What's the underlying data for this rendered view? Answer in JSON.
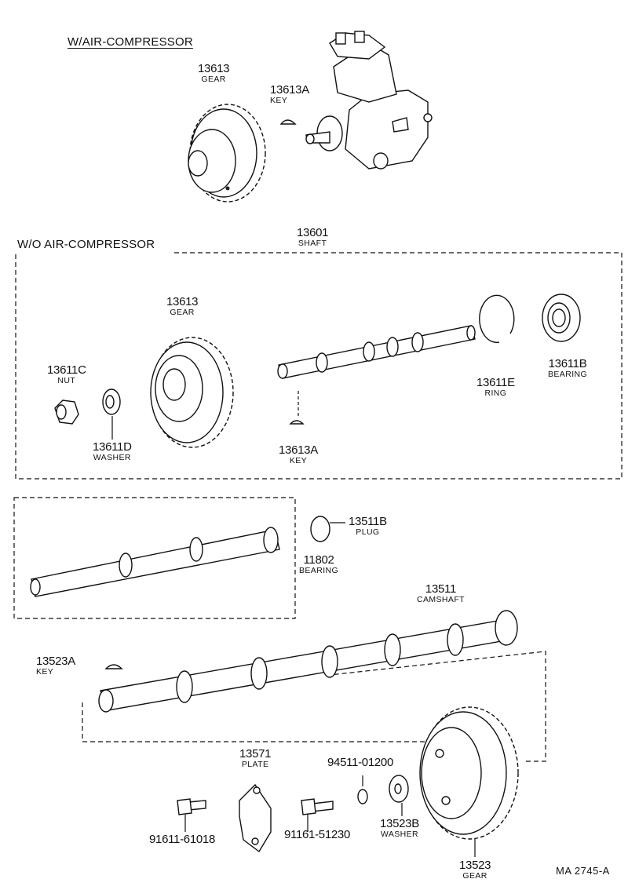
{
  "sections": {
    "with_compressor": "W/AIR-COMPRESSOR",
    "without_compressor": "W/O AIR-COMPRESSOR"
  },
  "parts": {
    "gear_top": {
      "number": "13613",
      "name": "GEAR"
    },
    "key_top": {
      "number": "13613A",
      "name": "KEY"
    },
    "shaft": {
      "number": "13601",
      "name": "SHAFT"
    },
    "gear_mid": {
      "number": "13613",
      "name": "GEAR"
    },
    "nut": {
      "number": "13611C",
      "name": "NUT"
    },
    "washer_mid": {
      "number": "13611D",
      "name": "WASHER"
    },
    "key_mid": {
      "number": "13613A",
      "name": "KEY"
    },
    "ring": {
      "number": "13611E",
      "name": "RING"
    },
    "bearing_mid": {
      "number": "13611B",
      "name": "BEARING"
    },
    "plug": {
      "number": "13511B",
      "name": "PLUG"
    },
    "bearing_cam": {
      "number": "11802",
      "name": "BEARING"
    },
    "camshaft": {
      "number": "13511",
      "name": "CAMSHAFT"
    },
    "key_cam": {
      "number": "13523A",
      "name": "KEY"
    },
    "plate": {
      "number": "13571",
      "name": "PLATE"
    },
    "bolt_left": {
      "number": "91611-61018"
    },
    "bolt_mid": {
      "number": "91161-51230"
    },
    "lockwasher": {
      "number": "94511-01200"
    },
    "washer_cam": {
      "number": "13523B",
      "name": "WASHER"
    },
    "gear_cam": {
      "number": "13523",
      "name": "GEAR"
    }
  },
  "figure_ref": "MA  2745-A"
}
